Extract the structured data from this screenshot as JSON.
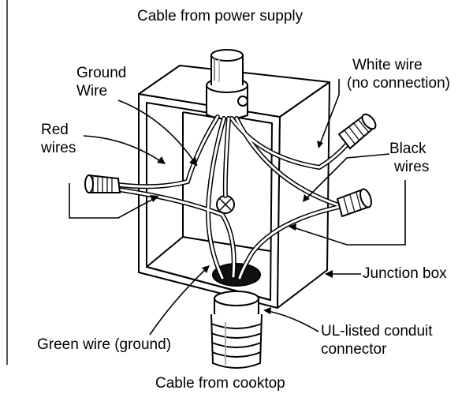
{
  "diagram": {
    "labels": {
      "power_cable": "Cable from power supply",
      "ground_wire": [
        "Ground",
        "Wire"
      ],
      "red_wires": [
        "Red",
        "wires"
      ],
      "white_wire": [
        "White wire",
        "(no connection)"
      ],
      "black_wires": [
        "Black",
        "wires"
      ],
      "junction_box": "Junction box",
      "green_wire": "Green wire (ground)",
      "conduit_connector": [
        "UL-listed conduit",
        "connector"
      ],
      "cooktop_cable": "Cable from cooktop"
    }
  }
}
